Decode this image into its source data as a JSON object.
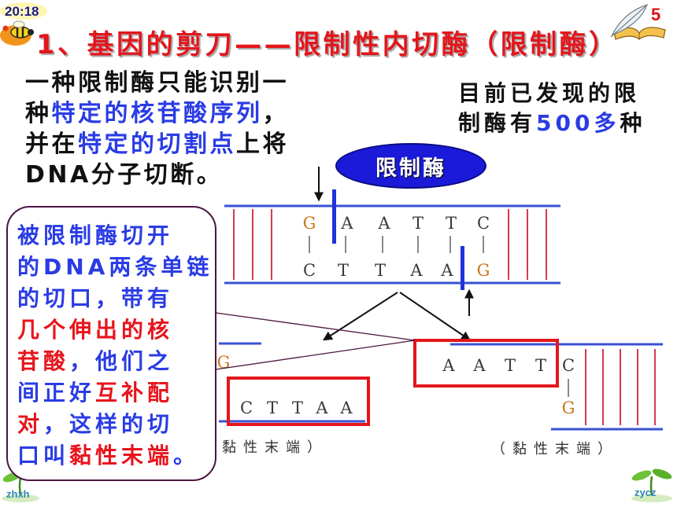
{
  "header": {
    "time": "20:18",
    "page_number": "5"
  },
  "title": "1、基因的剪刀——限制性内切酶（限制酶）",
  "intro": {
    "lines": [
      [
        "一种限制酶只能识别一"
      ],
      [
        "种",
        "特定的核苷酸序列",
        "，"
      ],
      [
        "并在",
        "特定的切割点",
        "上将"
      ],
      [
        "DNA分子切断。"
      ]
    ]
  },
  "info": {
    "lines": [
      [
        "目前已发现的限"
      ],
      [
        "制酶有",
        "500多",
        "种"
      ]
    ]
  },
  "diagram": {
    "enzyme_label": "限制酶",
    "top_strand": [
      "G",
      "A",
      "A",
      "T",
      "T",
      "C"
    ],
    "bottom_strand": [
      "C",
      "T",
      "T",
      "A",
      "A",
      "G"
    ],
    "left_fragment": {
      "top": [
        "G"
      ],
      "bottom": [
        "C",
        "T",
        "T",
        "A",
        "A"
      ]
    },
    "right_fragment": {
      "top": [
        "A",
        "A",
        "T",
        "T",
        "C"
      ],
      "bottom": [
        "G"
      ]
    },
    "captions": [
      "黏性末端）",
      "（黏性末端）"
    ]
  },
  "callout": {
    "lines": [
      [
        "被限制酶切开"
      ],
      [
        "的DNA两条单链"
      ],
      [
        "的切口，带有"
      ],
      [
        "几个伸出的核"
      ],
      [
        "苷酸",
        "，他们之"
      ],
      [
        "间正好",
        "互补配"
      ],
      [
        "对",
        "，这样的切"
      ],
      [
        "口叫",
        "黏性末端",
        "。"
      ]
    ]
  },
  "footer": {
    "left_mark": "zhxh",
    "right_mark": "zycz"
  },
  "icons": {
    "top_left": "bee-clock-cartoon-icon",
    "top_right": "quill-book-icon",
    "bottom_left": "sprout-icon",
    "bottom_right": "sprout-icon"
  },
  "colors": {
    "title": "#e3161c",
    "text": "#111111",
    "highlight_blue": "#2a3ce4",
    "highlight_red": "#e8141c",
    "enzyme_ellipse": "#1a1ad8",
    "dna_strand": "#3a52d4",
    "dna_rung": "#d23a52",
    "cut_mark": "#1f32dc",
    "guanine_letter": "#c7781c",
    "base_letter": "#3a3a3a",
    "highlight_box": "#e3161c",
    "callout_border": "#4a1540",
    "time": "#1c1c70",
    "page_number": "#e01010",
    "footer_mark": "#2f87b8"
  }
}
